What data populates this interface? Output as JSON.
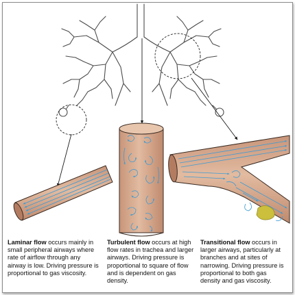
{
  "captions": {
    "laminar": {
      "term": "Laminar flow",
      "text": " occurs mainly in small peripheral airways where rate of airflow through any airway is low. Driving pressure is proportional to gas viscosity."
    },
    "turbulent": {
      "term": "Turbulent flow",
      "text": " occurs at high flow rates in trachea and larger airways. Driving pressure is proportional to square of flow and is dependent on gas density."
    },
    "transitional": {
      "term": "Transitional flow",
      "text": " occurs in larger airways, particularly at branches and at sites of narrowing. Driving pressure is proportional to both gas density and gas viscosity."
    }
  },
  "colors": {
    "airway_fill": "#d9ad8f",
    "airway_outline": "#3a2a22",
    "flow_lines": "#3f9bd3",
    "plaque": "#cbbf3c",
    "tree_outline": "#4a4a4a"
  },
  "icons": [
    "airway-tree-icon",
    "magnifier-circle-icon",
    "pointer-arrow-icon",
    "flow-arrow-icon"
  ]
}
